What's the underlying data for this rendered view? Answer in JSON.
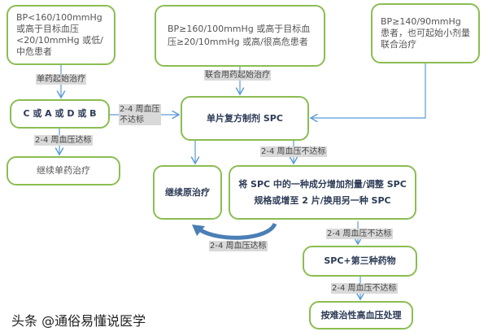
{
  "boxes": {
    "low_risk": "BP<160/100mmHg 或高于目标血压<20/10mmHg 或低/中危患者",
    "high_risk": "BP≥160/100mmHg 或高于目标血压≥20/10mmHg 或高/很高危患者",
    "mild": "BP≥140/90mmHg 患者，也可起始小剂量联合治疗",
    "mono_drugs": "C 或 A 或 D 或 B",
    "spc": "单片复方制剂 SPC",
    "continue_mono": "继续单药治疗",
    "continue_original": "继续原治疗",
    "adjust_spc": "将 SPC 中的一种成分增加剂量/调整 SPC 规格或增至 2 片/换用另一种 SPC",
    "spc_plus_third": "SPC+第三种药物",
    "resistant": "按难治性高血压处理"
  },
  "labels": {
    "mono_start": "单药起始治疗",
    "combo_start": "联合用药起始治疗",
    "not_met_1": "2-4 周血压不达标",
    "met_1": "2-4 周血压达标",
    "not_met_2": "2-4 周血压不达标",
    "met_2": "2-4 周血压达标",
    "not_met_3": "2-4 周血压不达标",
    "not_met_4": "2-4 周血压不达标"
  },
  "watermark": "头条 @通俗易懂说医学",
  "colors": {
    "box_border": "#8bbd52",
    "arrow": "#5b9bd5",
    "label_bg": "#d9d9d9"
  }
}
